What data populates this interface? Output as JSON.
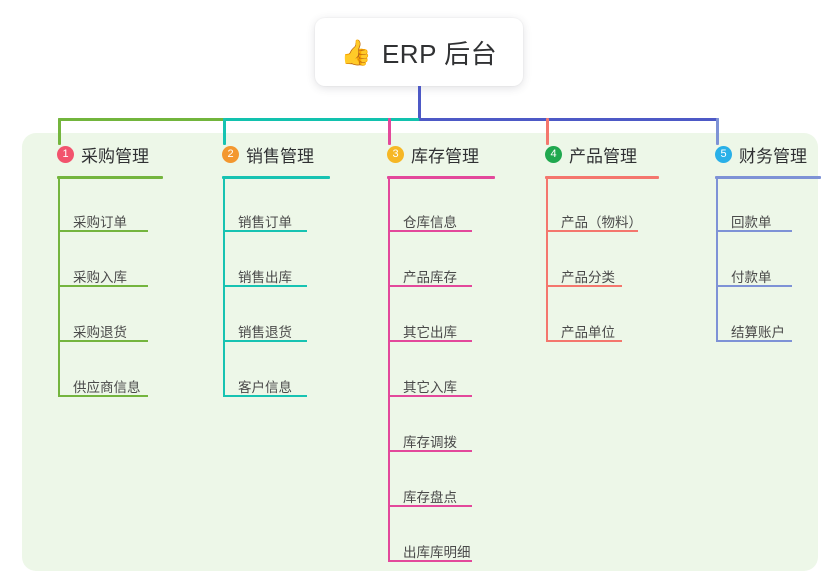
{
  "diagram": {
    "type": "mind-map",
    "root": {
      "icon": "thumbs-up-icon",
      "emoji": "👍",
      "title": "ERP 后台"
    },
    "palette": {
      "panel_bg": "#edf7e8",
      "page_bg": "#ffffff",
      "root_stem": "#4d59c6",
      "bus_green": "#72b53c",
      "bus_teal": "#12c2ae",
      "bus_blue": "#4d59c6"
    },
    "branches": [
      {
        "index": "1",
        "title": "采购管理",
        "badge_color": "#f2536d",
        "line_color": "#74b53e",
        "items": [
          {
            "label": "采购订单"
          },
          {
            "label": "采购入库"
          },
          {
            "label": "采购退货"
          },
          {
            "label": "供应商信息"
          }
        ]
      },
      {
        "index": "2",
        "title": "销售管理",
        "badge_color": "#f3972f",
        "line_color": "#17c3b2",
        "items": [
          {
            "label": "销售订单"
          },
          {
            "label": "销售出库"
          },
          {
            "label": "销售退货"
          },
          {
            "label": "客户信息"
          }
        ]
      },
      {
        "index": "3",
        "title": "库存管理",
        "badge_color": "#f6b725",
        "line_color": "#e3489b",
        "items": [
          {
            "label": "仓库信息"
          },
          {
            "label": "产品库存"
          },
          {
            "label": "其它出库"
          },
          {
            "label": "其它入库"
          },
          {
            "label": "库存调拨"
          },
          {
            "label": "库存盘点"
          },
          {
            "label": "出库库明细"
          }
        ]
      },
      {
        "index": "4",
        "title": "产品管理",
        "badge_color": "#20a84f",
        "line_color": "#f4766d",
        "items": [
          {
            "label": "产品（物料）"
          },
          {
            "label": "产品分类"
          },
          {
            "label": "产品单位"
          }
        ]
      },
      {
        "index": "5",
        "title": "财务管理",
        "badge_color": "#29b0e8",
        "line_color": "#7e92d6",
        "items": [
          {
            "label": "回款单"
          },
          {
            "label": "付款单"
          },
          {
            "label": "结算账户"
          }
        ]
      }
    ]
  }
}
